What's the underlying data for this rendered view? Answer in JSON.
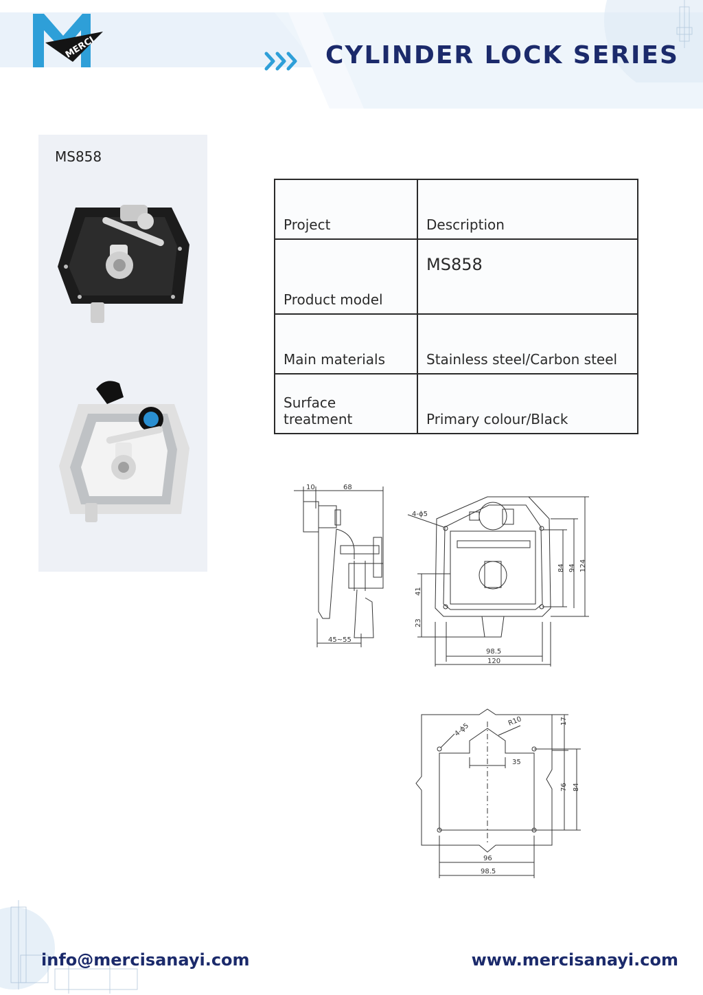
{
  "header": {
    "title": "CYLINDER LOCK SERIES",
    "logo_text": "MERCI",
    "brand_color": "#1b2a6b",
    "accent_color": "#2e9fd8"
  },
  "product": {
    "code": "MS858",
    "images": [
      "black-cylinder-lock-photo",
      "stainless-cylinder-lock-photo"
    ]
  },
  "spec_table": {
    "headers": [
      "Project",
      "Description"
    ],
    "rows": [
      {
        "label": "Product model",
        "value": "MS858"
      },
      {
        "label": "Main materials",
        "value": "Stainless steel/Carbon steel"
      },
      {
        "label": "Surface treatment",
        "value": "Primary colour/Black"
      }
    ]
  },
  "drawings": {
    "side": {
      "width_top": "68",
      "flange": "10",
      "depth": "45~55"
    },
    "front": {
      "holes": "4-ϕ5",
      "h1": "84",
      "h2": "94",
      "h3": "124",
      "v1": "41",
      "v2": "23",
      "w1": "98.5",
      "w2": "120"
    },
    "cutout": {
      "holes": "4-ϕ5",
      "radius": "R10",
      "gap": "35",
      "top": "17",
      "h1": "76",
      "h2": "84",
      "w1": "96",
      "w2": "98.5"
    }
  },
  "footer": {
    "email": "info@mercisanayi.com",
    "website": "www.mercisanayi.com"
  }
}
